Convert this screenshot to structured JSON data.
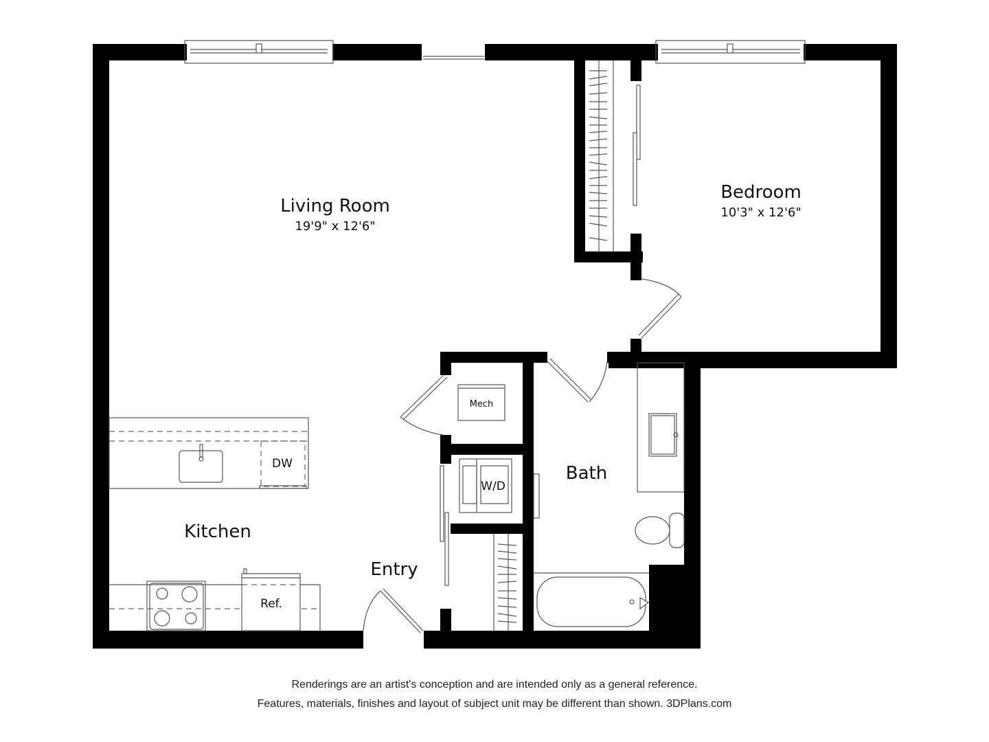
{
  "rooms": {
    "living_room": {
      "name": "Living Room",
      "dimensions": "19'9\" x 12'6\""
    },
    "bedroom": {
      "name": "Bedroom",
      "dimensions": "10'3\" x 12'6\""
    },
    "kitchen": {
      "name": "Kitchen"
    },
    "bath": {
      "name": "Bath"
    },
    "entry": {
      "name": "Entry"
    }
  },
  "fixtures": {
    "mech": "Mech",
    "washer_dryer": "W/D",
    "dishwasher": "DW",
    "refrigerator": "Ref."
  },
  "disclaimer": {
    "line1": "Renderings are an artist's conception and are intended only as a general reference.",
    "line2": "Features, materials, finishes and layout of subject unit may be different than shown. 3DPlans.com"
  },
  "colors": {
    "wall": "#000000",
    "line": "#555555",
    "background": "#ffffff"
  }
}
